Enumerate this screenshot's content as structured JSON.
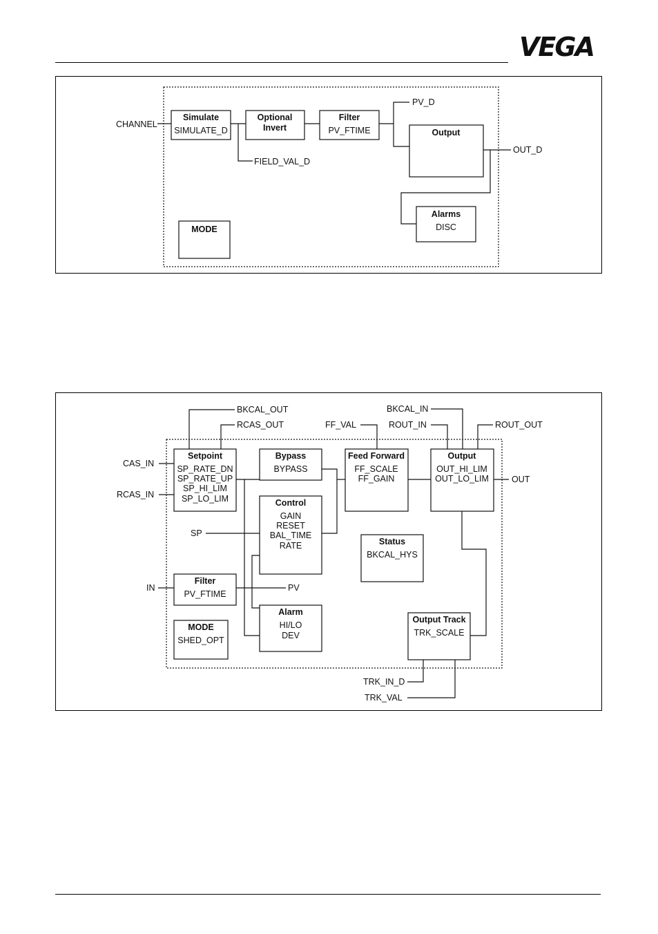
{
  "brand": {
    "logo_text": "VEGA",
    "color": "#F7C600"
  },
  "diagram1": {
    "inputs": {
      "channel": "CHANNEL"
    },
    "blocks": {
      "simulate": {
        "title": "Simulate",
        "params": [
          "SIMULATE_D"
        ]
      },
      "invert": {
        "title_lines": [
          "Optional",
          "Invert"
        ]
      },
      "filter": {
        "title": "Filter",
        "params": [
          "PV_FTIME"
        ]
      },
      "output": {
        "title": "Output"
      },
      "alarms": {
        "title": "Alarms",
        "params": [
          "DISC"
        ]
      },
      "mode": {
        "title": "MODE"
      }
    },
    "signals": {
      "pv_d": "PV_D",
      "out_d": "OUT_D",
      "field_val_d": "FIELD_VAL_D"
    }
  },
  "diagram2": {
    "inputs": {
      "cas_in": "CAS_IN",
      "rcas_in": "RCAS_IN",
      "sp": "SP",
      "in": "IN"
    },
    "blocks": {
      "setpoint": {
        "title": "Setpoint",
        "params": [
          "SP_RATE_DN",
          "SP_RATE_UP",
          "SP_HI_LIM",
          "SP_LO_LIM"
        ]
      },
      "bypass": {
        "title": "Bypass",
        "params": [
          "BYPASS"
        ]
      },
      "control": {
        "title": "Control",
        "params": [
          "GAIN",
          "RESET",
          "BAL_TIME",
          "RATE"
        ]
      },
      "feed_forward": {
        "title": "Feed Forward",
        "params": [
          "FF_SCALE",
          "FF_GAIN"
        ]
      },
      "output": {
        "title": "Output",
        "params": [
          "OUT_HI_LIM",
          "OUT_LO_LIM"
        ]
      },
      "status": {
        "title": "Status",
        "params": [
          "BKCAL_HYS"
        ]
      },
      "filter": {
        "title": "Filter",
        "params": [
          "PV_FTIME"
        ]
      },
      "alarm": {
        "title": "Alarm",
        "params": [
          "HI/LO",
          "DEV"
        ]
      },
      "mode": {
        "title": "MODE",
        "params": [
          "SHED_OPT"
        ]
      },
      "output_track": {
        "title": "Output Track",
        "params": [
          "TRK_SCALE"
        ]
      }
    },
    "signals": {
      "bkcal_out": "BKCAL_OUT",
      "rcas_out": "RCAS_OUT",
      "ff_val": "FF_VAL",
      "bkcal_in": "BKCAL_IN",
      "rout_in": "ROUT_IN",
      "rout_out": "ROUT_OUT",
      "out": "OUT",
      "pv": "PV",
      "trk_in_d": "TRK_IN_D",
      "trk_val": "TRK_VAL"
    }
  }
}
